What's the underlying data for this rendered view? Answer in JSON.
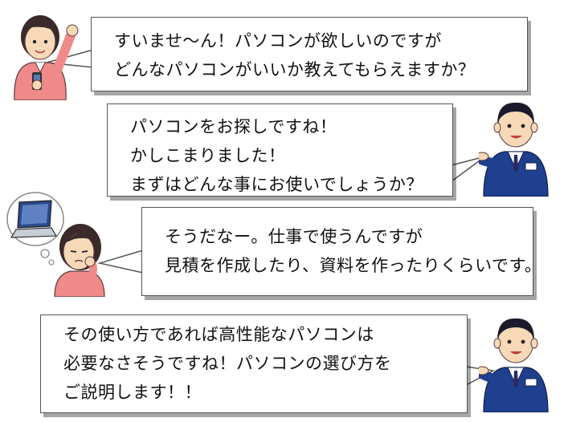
{
  "dialogue": [
    {
      "speaker": "customer",
      "lines": [
        "すいませ～ん！パソコンが欲しいのですが",
        "どんなパソコンがいいか教えてもらえますか？"
      ]
    },
    {
      "speaker": "clerk",
      "lines": [
        "パソコンをお探しですね！",
        "かしこまりました！",
        "まずはどんな事にお使いでしょうか？"
      ]
    },
    {
      "speaker": "customer",
      "lines": [
        "そうだなー。仕事で使うんですが",
        "見積を作成したり、資料を作ったりくらいです。"
      ]
    },
    {
      "speaker": "clerk",
      "lines": [
        "その使い方であれば高性能なパソコンは",
        "必要なさそうですね！パソコンの選び方を",
        "ご説明します！！"
      ]
    }
  ],
  "colors": {
    "customer_shirt": "#f08a8a",
    "customer_hair": "#3a2a2a",
    "clerk_suit": "#1f3f8f",
    "clerk_hair": "#1a1a2a",
    "skin": "#f7d9b8",
    "laptop_screen": "#2b4a8a"
  },
  "icons": [
    "smartphone-icon",
    "laptop-thought-icon"
  ]
}
